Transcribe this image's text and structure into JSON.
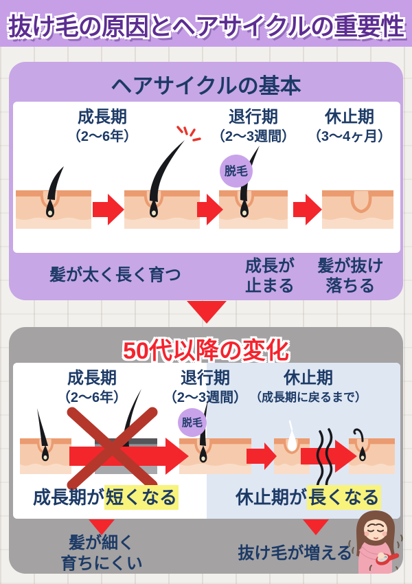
{
  "title": "抜け毛の原因とヘアサイクルの重要性",
  "colors": {
    "banner_bg": "#c69fe7",
    "title_purple": "#5c2d91",
    "card1_bg": "#c7a7e6",
    "navy_text": "#1c3a66",
    "arrow_red": "#f3262c",
    "cross_red": "#b5372b",
    "card2_bg": "#a4a2a3",
    "heading_red": "#f5232d",
    "resting_bg": "#dfe7f3",
    "highlight_yellow": "#f8f37b",
    "skin": "#f6cbad",
    "skin_edge": "#eb9b70",
    "badge_purple": "#c9a3ea"
  },
  "basic": {
    "heading": "ヘアサイクルの基本",
    "phases": [
      {
        "name": "成長期",
        "duration": "（2〜6年）"
      },
      {
        "name": "退行期",
        "duration": "（2〜3週間）"
      },
      {
        "name": "休止期",
        "duration": "（3〜4ヶ月）"
      }
    ],
    "hair_loss_badge": "脱毛",
    "outcomes": {
      "grow": "髪が太く長く育つ",
      "stop_line1": "成長が",
      "stop_line2": "止まる",
      "fall_line1": "髪が抜け",
      "fall_line2": "落ちる"
    }
  },
  "after50": {
    "heading": "50代以降の変化",
    "phases": [
      {
        "name": "成長期",
        "duration": "（2〜6年）"
      },
      {
        "name": "退行期",
        "duration": "（2〜3週間）"
      },
      {
        "name": "休止期",
        "duration": "（成長期に戻るまで）"
      }
    ],
    "hair_loss_badge": "脱毛",
    "growth_change": {
      "prefix": "成長期が",
      "highlight": "短くなる"
    },
    "rest_change": {
      "prefix": "休止期が",
      "highlight": "長くなる"
    },
    "results": {
      "thin_line1": "髪が細く",
      "thin_line2": "育ちにくい",
      "increase": "抜け毛が増える"
    }
  }
}
